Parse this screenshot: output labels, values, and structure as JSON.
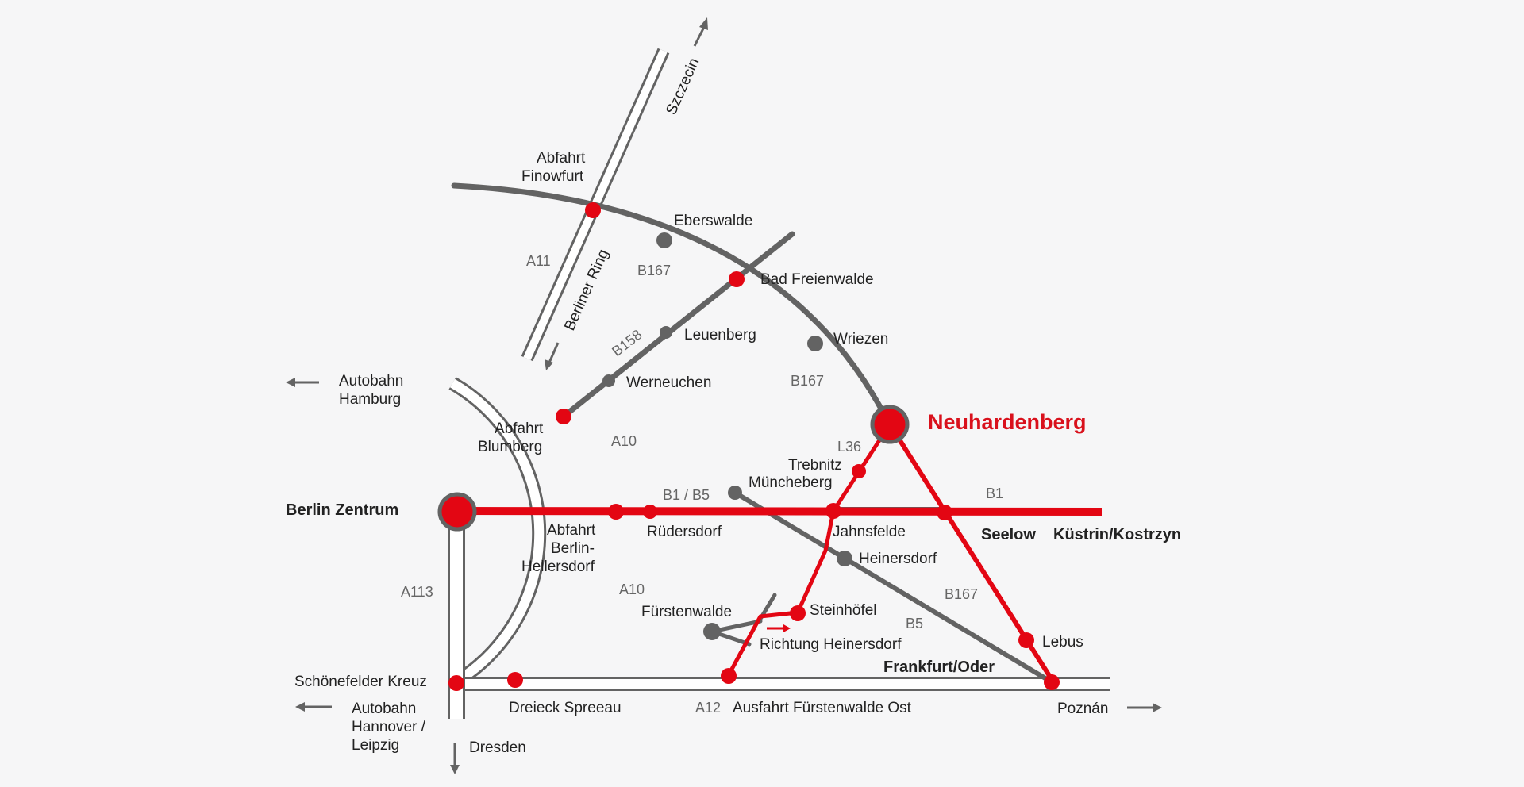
{
  "destination": {
    "name": "Neuhardenberg",
    "color": "#d9111c"
  },
  "colors": {
    "red": "#e30613",
    "grey": "#636363",
    "road_fill": "#ffffff",
    "background": "#f6f6f7"
  },
  "directions": {
    "szczecin": "Szczecin",
    "hamburg": [
      "Autobahn",
      "Hamburg"
    ],
    "hannover": [
      "Autobahn",
      "Hannover /",
      "Leipzig"
    ],
    "dresden": "Dresden",
    "poznan": "Poznán"
  },
  "roads": {
    "a11": "A11",
    "berliner_ring": "Berliner Ring",
    "a10_north": "A10",
    "a10_south": "A10",
    "a113": "A113",
    "a12": "A12",
    "b167_north": "B167",
    "b167_east": "B167",
    "b167_south": "B167",
    "b158": "B158",
    "l36": "L36",
    "b1_b5": "B1 / B5",
    "b1": "B1",
    "b5": "B5"
  },
  "places": {
    "finowfurt": [
      "Abfahrt",
      "Finowfurt"
    ],
    "eberswalde": "Eberswalde",
    "bad_freienwalde": "Bad Freienwalde",
    "leuenberg": "Leuenberg",
    "werneuchen": "Werneuchen",
    "wriezen": "Wriezen",
    "blumberg": [
      "Abfahrt",
      "Blumberg"
    ],
    "berlin_zentrum": "Berlin Zentrum",
    "hellersdorf": [
      "Abfahrt",
      "Berlin-",
      "Hellersdorf"
    ],
    "ruedersdorf": "Rüdersdorf",
    "trebnitz": "Trebnitz",
    "muencheberg": "Müncheberg",
    "jahnsfelde": "Jahnsfelde",
    "seelow": "Seelow",
    "kuestrin": "Küstrin/Kostrzyn",
    "heinersdorf": "Heinersdorf",
    "steinhoefel": "Steinhöfel",
    "fuerstenwalde": "Fürstenwalde",
    "richtung_heinersdorf": "Richtung Heinersdorf",
    "lebus": "Lebus",
    "frankfurt_oder": "Frankfurt/Oder",
    "schoenefelder_kreuz": "Schönefelder Kreuz",
    "dreieck_spreeau": "Dreieck Spreeau",
    "ausfahrt_fuerstenwalde_ost": "Ausfahrt Fürstenwalde Ost"
  }
}
